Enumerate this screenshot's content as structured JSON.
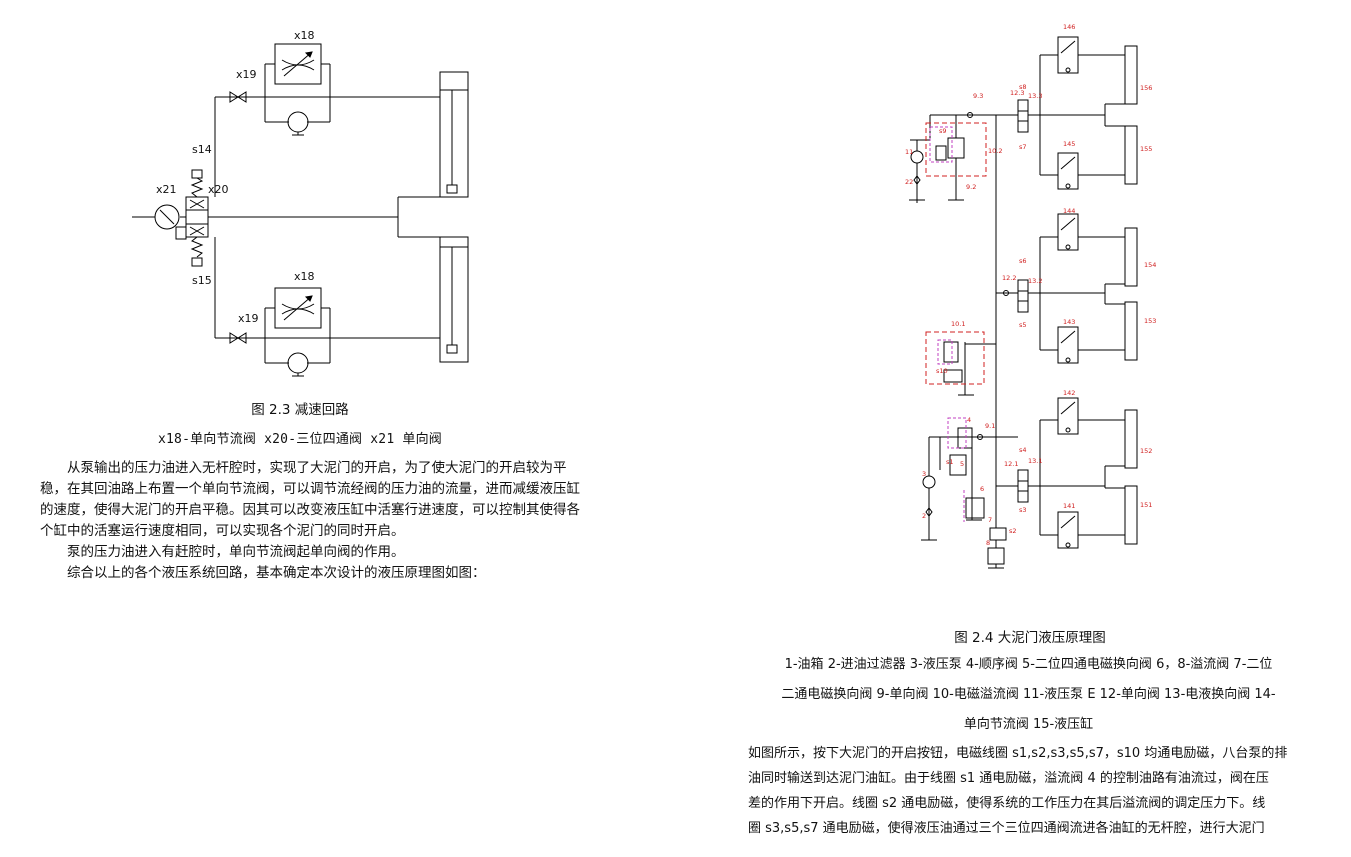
{
  "left": {
    "diagram_labels": {
      "x18_top": "x18",
      "x19_top": "x19",
      "s14": "s14",
      "x21": "x21",
      "x20": "x20",
      "s15": "s15",
      "x18_bottom": "x18",
      "x19_bottom": "x19"
    },
    "figure_caption": "图 2.3 减速回路",
    "legend": "x18-单向节流阀 x20-三位四通阀 x21 单向阀",
    "paragraphs": [
      "从泵输出的压力油进入无杆腔时，实现了大泥门的开启，为了使大泥门的开启较为平稳，在其回油路上布置一个单向节流阀，可以调节流经阀的压力油的流量，进而减缓液压缸的速度，使得大泥门的开启平稳。因其可以改变液压缸中活塞行进速度，可以控制其使得各个缸中的活塞运行速度相同，可以实现各个泥门的同时开启。",
      "泵的压力油进入有赶腔时，单向节流阀起单向阀的作用。",
      "综合以上的各个液压系统回路，基本确定本次设计的液压原理图如图："
    ]
  },
  "right": {
    "diagram_labels": {
      "l146": "146",
      "l156": "156",
      "l145": "145",
      "l155": "155",
      "l144": "144",
      "l154": "154",
      "l143": "143",
      "l153": "153",
      "l142": "142",
      "l152": "152",
      "l141": "141",
      "l151": "151",
      "l93": "9.3",
      "l92": "9.2",
      "l91": "9.1",
      "l123": "12.3",
      "l133": "13.3",
      "l122": "12.2",
      "l132": "13.2",
      "l121": "12.1",
      "l131": "13.1",
      "s8": "s8",
      "s7": "s7",
      "s6": "s6",
      "s5": "s5",
      "s4": "s4",
      "s3": "s3",
      "s9": "s9",
      "s10": "s10",
      "s1": "s1",
      "s2": "s2",
      "l102": "10.2",
      "l101": "10.1",
      "l11": "11",
      "l22": "22",
      "l3": "3",
      "l2": "2",
      "l4": "4",
      "l5": "5",
      "l6": "6",
      "l7": "7",
      "l8": "8"
    },
    "figure_caption": "图 2.4 大泥门液压原理图",
    "legend_lines": [
      "1-油箱 2-进油过滤器 3-液压泵 4-顺序阀 5-二位四通电磁换向阀 6，8-溢流阀 7-二位",
      "二通电磁换向阀 9-单向阀 10-电磁溢流阀 11-液压泵 E 12-单向阀 13-电液换向阀 14-",
      "单向节流阀 15-液压缸"
    ],
    "paragraph_lines": [
      "如图所示，按下大泥门的开启按钮，电磁线圈 s1,s2,s3,s5,s7，s10 均通电励磁，八台泵的排",
      "油同时输送到达泥门油缸。由于线圈 s1 通电励磁，溢流阀 4 的控制油路有油流过，阀在压",
      "差的作用下开启。线圈 s2 通电励磁，使得系统的工作压力在其后溢流阀的调定压力下。线",
      "圈 s3,s5,s7 通电励磁，使得液压油通过三个三位四通阀流进各油缸的无杆腔，进行大泥门"
    ]
  },
  "colors": {
    "line": "#000000",
    "red_label": "#d02020",
    "red_dash": "#d02020",
    "magenta_dash": "#c040c0"
  }
}
